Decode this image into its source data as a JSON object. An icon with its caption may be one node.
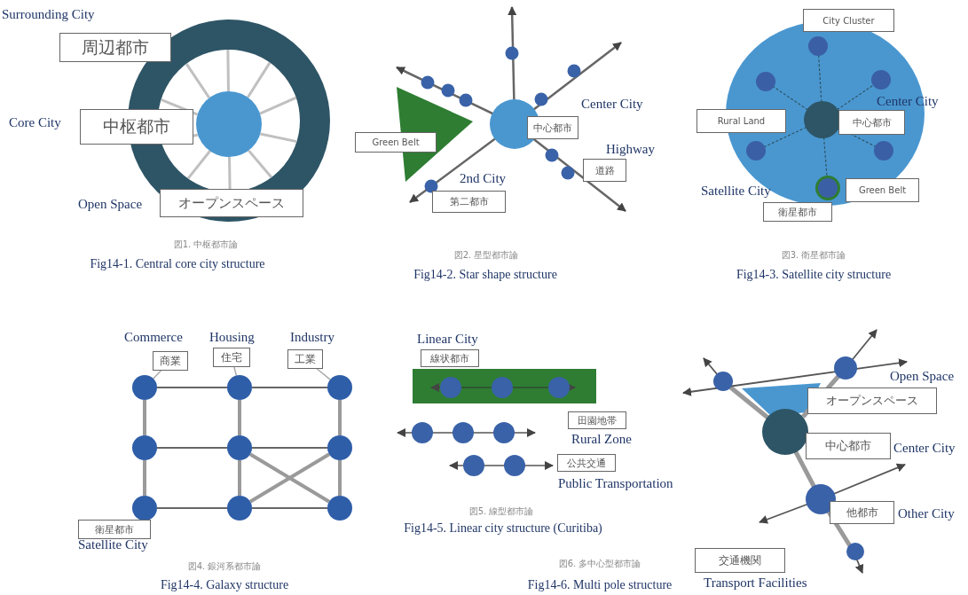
{
  "diagram": {
    "nodes": [
      {
        "text": [
          "周辺都市"
        ],
        "beside": [
          "Surrounding City"
        ]
      },
      {
        "text": [
          "中枢都市"
        ],
        "beside": [
          "Core City"
        ]
      },
      {
        "text": [
          "オープンスペース"
        ],
        "beside": [
          "Open Space"
        ]
      },
      {
        "text": [
          "Green Belt"
        ]
      },
      {
        "text": [
          "中心都市"
        ],
        "beside": [
          "Center City"
        ]
      },
      {
        "text": [
          "道路"
        ],
        "beside": [
          "Highway"
        ]
      },
      {
        "text": [
          "第二都市"
        ],
        "beside": [
          "2nd City"
        ]
      },
      {
        "text": [
          "City Cluster"
        ]
      },
      {
        "text": [
          "Rural Land"
        ]
      },
      {
        "text": [
          "中心都市"
        ],
        "beside": [
          "Center City"
        ]
      },
      {
        "text": [
          "Green Belt"
        ]
      },
      {
        "text": [
          "衛星都市"
        ],
        "beside": [
          "Satellite City"
        ]
      },
      {
        "text": [
          "商業"
        ],
        "beside": [
          "Commerce"
        ]
      },
      {
        "text": [
          "住宅"
        ],
        "beside": [
          "Housing"
        ]
      },
      {
        "text": [
          "工業"
        ],
        "beside": [
          "Industry"
        ]
      },
      {
        "text": [],
        "shape": "circle"
      },
      {
        "text": [],
        "shape": "circle"
      },
      {
        "text": [],
        "shape": "circle"
      },
      {
        "text": [],
        "shape": "circle"
      },
      {
        "text": [],
        "shape": "circle"
      },
      {
        "text": [],
        "shape": "circle"
      },
      {
        "text": [],
        "shape": "circle"
      },
      {
        "text": [],
        "shape": "circle"
      },
      {
        "text": [],
        "shape": "circle"
      },
      {
        "text": [
          "衛星都市"
        ],
        "beside": [
          "Satellite City"
        ]
      },
      {
        "text": [
          "線状都市"
        ],
        "beside": [
          "Linear City"
        ]
      },
      {
        "text": [
          "田園地帯"
        ],
        "beside": [
          "Rural Zone"
        ]
      },
      {
        "text": [
          "公共交通"
        ],
        "beside": [
          "Public Transportation"
        ]
      },
      {
        "text": [
          "オープンスペース"
        ],
        "beside": [
          "Open Space"
        ]
      },
      {
        "text": [
          "中心都市"
        ],
        "beside": [
          "Center City"
        ]
      },
      {
        "text": [
          "他都市"
        ],
        "beside": [
          "Other City"
        ]
      },
      {
        "text": [
          "交通機関"
        ],
        "beside": [
          "Transport Facilities"
        ]
      }
    ],
    "edges": [
      {
        "from": 12,
        "to": 15,
        "arrow": "none",
        "color": "#aaaaaa"
      },
      {
        "from": 13,
        "to": 16,
        "arrow": "none",
        "color": "#aaaaaa"
      },
      {
        "from": 14,
        "to": 17,
        "arrow": "none",
        "color": "#aaaaaa"
      },
      {
        "from": 15,
        "to": 16,
        "arrow": "none",
        "color": "#333333"
      },
      {
        "from": 16,
        "to": 17,
        "arrow": "none",
        "color": "#333333"
      },
      {
        "from": 15,
        "to": 18,
        "arrow": "none",
        "style": "thick",
        "color": "#9a9a9a"
      },
      {
        "from": 16,
        "to": 19,
        "arrow": "none",
        "style": "thick",
        "color": "#9a9a9a"
      },
      {
        "from": 17,
        "to": 20,
        "arrow": "none",
        "style": "thick",
        "color": "#9a9a9a"
      },
      {
        "from": 18,
        "to": 19,
        "arrow": "none",
        "color": "#333333"
      },
      {
        "from": 19,
        "to": 20,
        "arrow": "none",
        "color": "#333333"
      },
      {
        "from": 18,
        "to": 21,
        "arrow": "none",
        "style": "thick",
        "color": "#9a9a9a"
      },
      {
        "from": 19,
        "to": 22,
        "arrow": "none",
        "style": "thick",
        "color": "#9a9a9a"
      },
      {
        "from": 20,
        "to": 23,
        "arrow": "none",
        "style": "thick",
        "color": "#9a9a9a"
      },
      {
        "from": 19,
        "to": 23,
        "arrow": "none",
        "style": "thick",
        "color": "#9a9a9a"
      },
      {
        "from": 20,
        "to": 22,
        "arrow": "none",
        "style": "thick",
        "color": "#9a9a9a"
      },
      {
        "from": 21,
        "to": 22,
        "arrow": "none",
        "color": "#333333"
      },
      {
        "from": 22,
        "to": 23,
        "arrow": "none",
        "color": "#333333"
      }
    ],
    "labels": [
      "図1. 中枢都市論",
      "Fig14-1. Central core city structure",
      "図2. 星型都市論",
      "Fig14-2. Star shape structure",
      "図3. 衛星都市論",
      "Fig14-3. Satellite city structure",
      "図4. 銀河系都市論",
      "Fig14-4. Galaxy structure",
      "図5. 線型都市論",
      "Fig14-5. Linear city structure (Curitiba)",
      "図6. 多中心型都市論",
      "Fig14-6. Multi pole structure"
    ]
  }
}
